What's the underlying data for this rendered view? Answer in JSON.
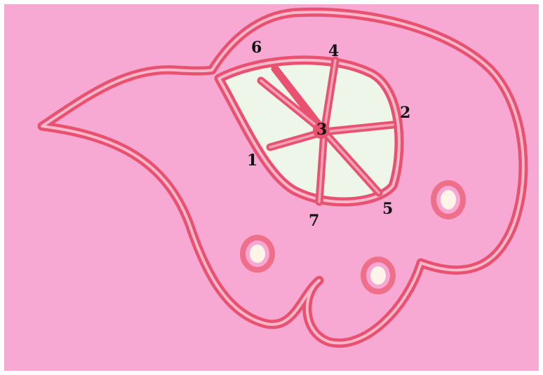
{
  "labels": [
    "1",
    "2",
    "3",
    "4",
    "5",
    "6",
    "7"
  ],
  "colors": {
    "background": "#f7a9d3",
    "outline": "#e8516f",
    "inner_fill": "#eef6ea",
    "spot_center": "#fff4e8"
  }
}
